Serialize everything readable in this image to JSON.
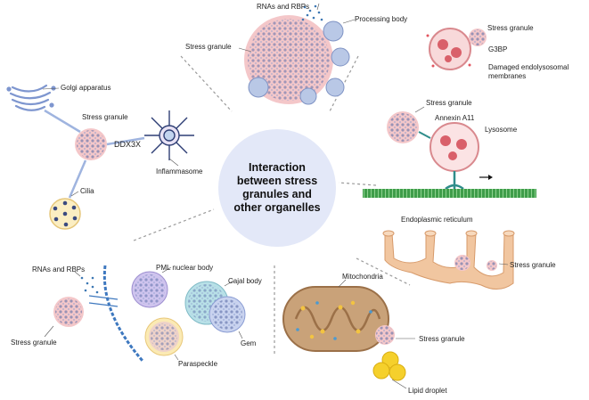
{
  "center": {
    "lines": [
      "Interaction",
      "between stress",
      "granules and",
      "other organelles"
    ]
  },
  "labels": {
    "rnas_rbps_top": "RNAs and RBPs",
    "processing_body": "Processing body",
    "stress_granule_top": "Stress granule",
    "stress_granule_tr": "Stress granule",
    "g3bp": "G3BP",
    "damaged_1": "Damaged endolysosomal",
    "damaged_2": "membranes",
    "golgi": "Golgi apparatus",
    "stress_granule_left": "Stress granule",
    "ddx3x": "DDX3X",
    "inflammasome": "Inflammasome",
    "cilia": "Cilia",
    "stress_granule_lys": "Stress granule",
    "annexin": "Annexin A11",
    "lysosome": "Lysosome",
    "er": "Endoplasmic reticulum",
    "stress_granule_er": "Stress granule",
    "rnas_rbps_bl": "RNAs and RBPs",
    "pml": "PML nuclear body",
    "cajal": "Cajal body",
    "stress_granule_bl": "Stress granule",
    "gem": "Gem",
    "paraspeckle": "Paraspeckle",
    "mitochondria": "Mitochondria",
    "stress_granule_mito": "Stress granule",
    "lipid_droplet": "Lipid droplet"
  },
  "colors": {
    "center_circle": "#e3e8f8",
    "granule_fill": "#f4c7c9",
    "granule_protein": "#5c6ea8",
    "mito_fill": "#c9a279",
    "lipid": "#f5d02c",
    "microtubule": "#3f9d4a",
    "er_fill": "#f1c6a0"
  }
}
